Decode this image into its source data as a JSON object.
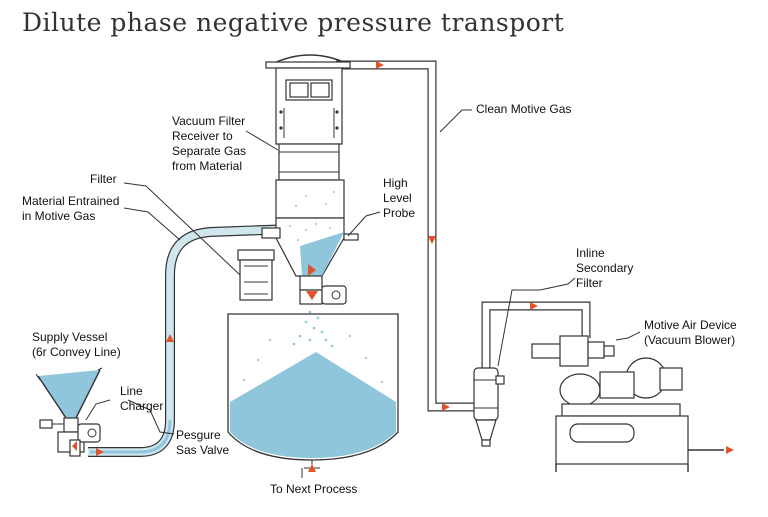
{
  "title": "Dilute phase negative pressure transport",
  "labels": {
    "vacuum_filter": [
      "Vacuum Filter",
      "Receiver to",
      "Separate Gas",
      "from Material"
    ],
    "filter": "Filter",
    "material_entrained": [
      "Material Entrained",
      "in Motive Gas"
    ],
    "high_level_probe": [
      "High",
      "Level",
      "Probe"
    ],
    "clean_motive_gas": "Clean Motive Gas",
    "inline_filter": [
      "Inline",
      "Secondary",
      "Filter"
    ],
    "motive_air_device": [
      "Motive Air Device",
      "(Vacuum Blower)"
    ],
    "supply_vessel": [
      "Supply Vessel",
      "(6r Convey Line)"
    ],
    "line_charger": [
      "Line",
      "Charger"
    ],
    "pesgure_valve": [
      "Pesgure",
      "Sas Valve"
    ],
    "next_process": "To Next Process"
  },
  "colors": {
    "material": "#8fc6dc",
    "flow_arrow": "#e0532a",
    "line": "#333333"
  }
}
